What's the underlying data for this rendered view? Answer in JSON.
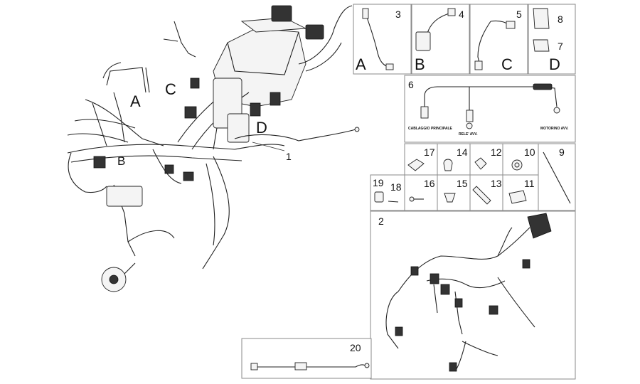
{
  "callouts": {
    "main_letters": {
      "a": "A",
      "b": "B",
      "c": "C",
      "d": "D"
    },
    "main_part_number": "1",
    "box_3": {
      "number": "3",
      "letter": "A"
    },
    "box_4": {
      "number": "4",
      "letter": "B"
    },
    "box_5": {
      "number": "5",
      "letter": "C"
    },
    "box_8_7": {
      "number_top": "8",
      "number_bottom": "7",
      "letter": "D"
    },
    "box_6": {
      "number": "6",
      "tag_left": "CABLAGGIO PRINCIPALE",
      "tag_middle": "RELE' AVV.",
      "tag_right": "MOTORINO AVV."
    },
    "box_9": "9",
    "box_10": "10",
    "box_11": "11",
    "box_12": "12",
    "box_13": "13",
    "box_14": "14",
    "box_15": "15",
    "box_16": "16",
    "box_17": "17",
    "box_18": "18",
    "box_19": "19",
    "box_2": "2",
    "box_20": "20"
  }
}
